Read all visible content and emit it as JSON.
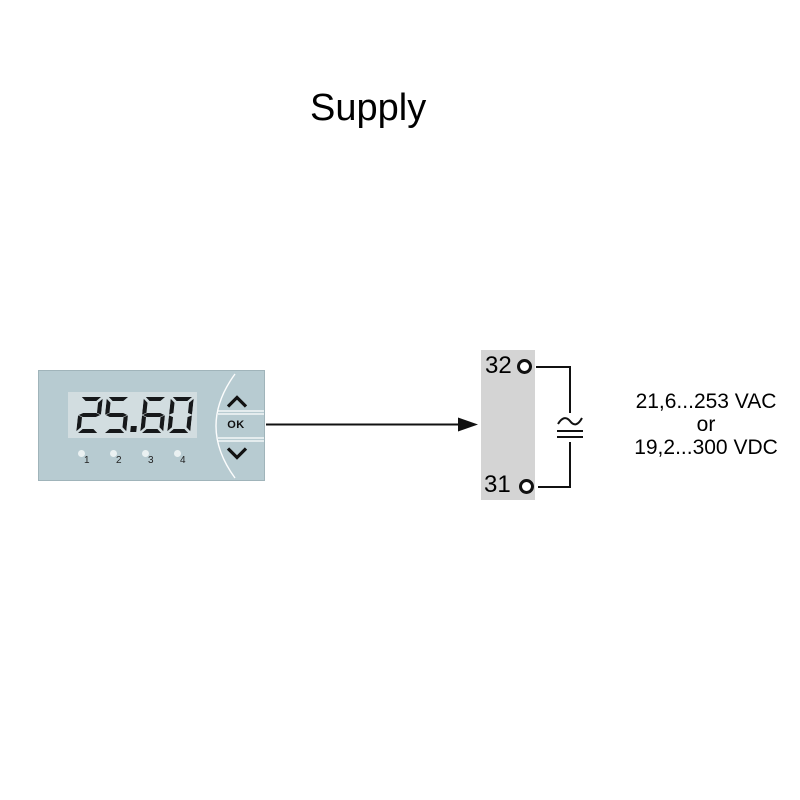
{
  "title": "Supply",
  "device": {
    "display_value": "25.60",
    "led_labels": [
      "1",
      "2",
      "3",
      "4"
    ],
    "buttons": {
      "up_icon": "chevron-up",
      "ok_label": "OK",
      "down_icon": "chevron-down"
    },
    "colors": {
      "body": "#b7cbd1",
      "lcd": "#d2dde0",
      "segments": "#16181a"
    }
  },
  "connection": {
    "arrow": "device-to-terminal-block"
  },
  "terminal_block": {
    "color": "#d4d4d4",
    "terminals": [
      {
        "number": "32"
      },
      {
        "number": "31"
      }
    ],
    "symbol": "ac-dc-supply"
  },
  "supply_rating": {
    "line1": "21,6...253 VAC",
    "line2": "or",
    "line3": "19,2...300 VDC"
  }
}
